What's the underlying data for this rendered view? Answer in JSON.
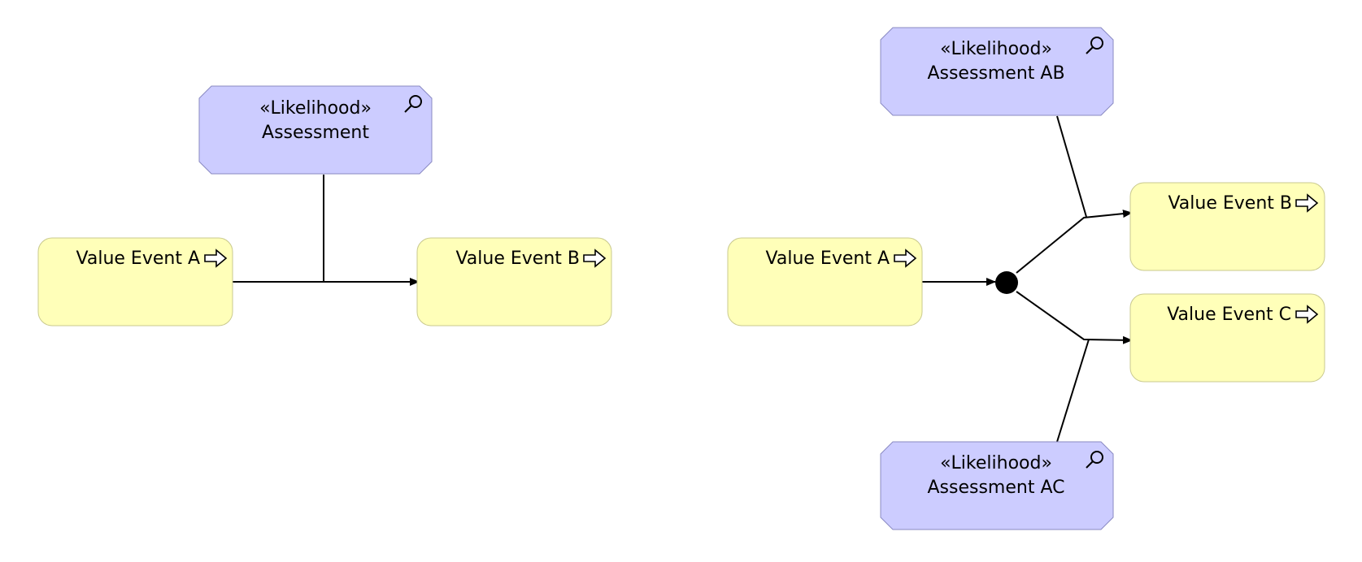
{
  "colors": {
    "value_event_fill": "#ffffb9",
    "assessment_fill": "#ccccff",
    "line": "#000000"
  },
  "left_diagram": {
    "assessment": {
      "stereotype": "«Likelihood»",
      "name": "Assessment",
      "icon": "magnifier-icon"
    },
    "event_a": {
      "label": "Value Event A",
      "icon": "arrow-right-outline-icon"
    },
    "event_b": {
      "label": "Value Event B",
      "icon": "arrow-right-outline-icon"
    }
  },
  "right_diagram": {
    "assessment_ab": {
      "stereotype": "«Likelihood»",
      "name": "Assessment AB",
      "icon": "magnifier-icon"
    },
    "assessment_ac": {
      "stereotype": "«Likelihood»",
      "name": "Assessment AC",
      "icon": "magnifier-icon"
    },
    "event_a": {
      "label": "Value Event A",
      "icon": "arrow-right-outline-icon"
    },
    "event_b": {
      "label": "Value Event B",
      "icon": "arrow-right-outline-icon"
    },
    "event_c": {
      "label": "Value Event C",
      "icon": "arrow-right-outline-icon"
    }
  }
}
